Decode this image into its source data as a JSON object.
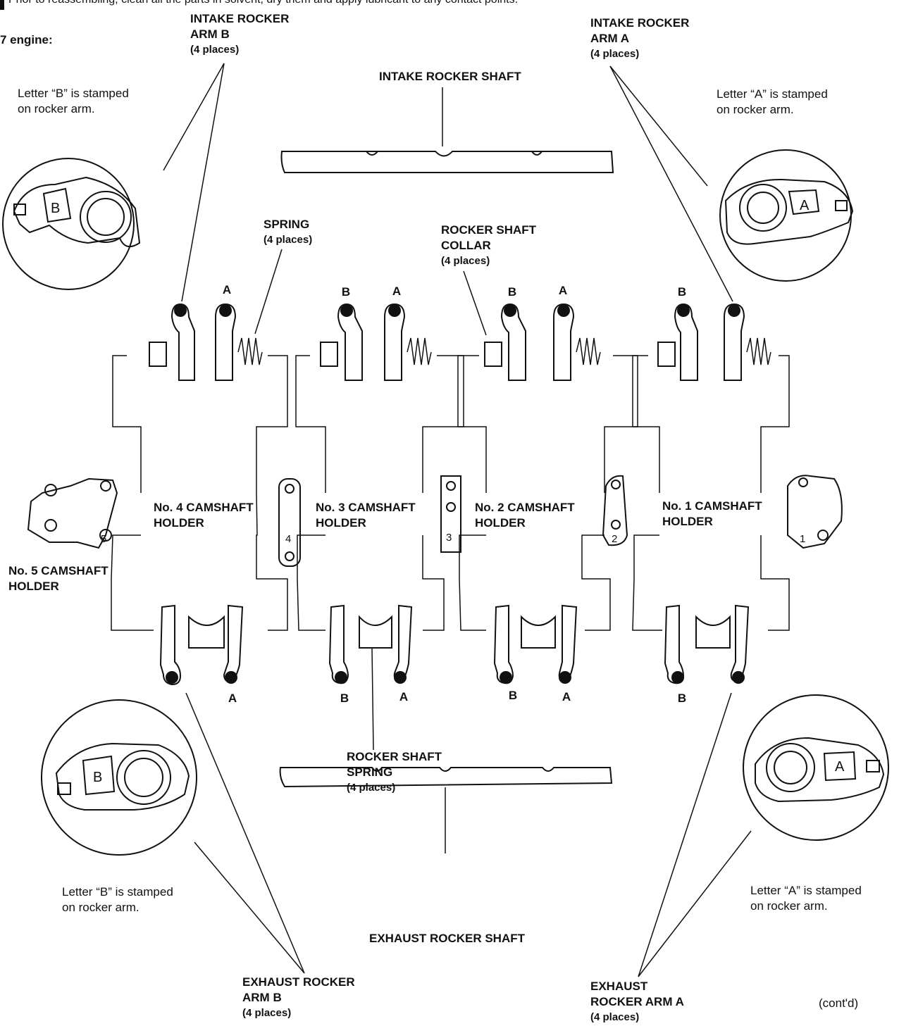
{
  "header": {
    "truncated_instruction": "Prior to reassembling, clean all the parts in solvent, dry them and apply lubricant to any contact points.",
    "engine_label": "7 engine:"
  },
  "labels": {
    "intake_arm_b": "INTAKE ROCKER",
    "intake_arm_b_2": "ARM B",
    "intake_arm_b_places": "(4 places)",
    "intake_arm_a": "INTAKE ROCKER",
    "intake_arm_a_2": "ARM A",
    "intake_arm_a_places": "(4 places)",
    "intake_shaft": "INTAKE ROCKER SHAFT",
    "spring": "SPRING",
    "spring_places": "(4 places)",
    "collar": "ROCKER SHAFT",
    "collar_2": "COLLAR",
    "collar_places": "(4 places)",
    "holder1": "No. 1 CAMSHAFT",
    "holder1_2": "HOLDER",
    "holder2": "No. 2 CAMSHAFT",
    "holder2_2": "HOLDER",
    "holder3": "No. 3 CAMSHAFT",
    "holder3_2": "HOLDER",
    "holder4": "No. 4 CAMSHAFT",
    "holder4_2": "HOLDER",
    "holder5": "No. 5 CAMSHAFT",
    "holder5_2": "HOLDER",
    "shaft_spring": "ROCKER SHAFT",
    "shaft_spring_2": "SPRING",
    "shaft_spring_places": "(4 places)",
    "exhaust_shaft": "EXHAUST ROCKER SHAFT",
    "exhaust_arm_b": "EXHAUST ROCKER",
    "exhaust_arm_b_2": "ARM B",
    "exhaust_arm_b_places": "(4 places)",
    "exhaust_arm_a": "EXHAUST",
    "exhaust_arm_a_2": "ROCKER ARM A",
    "exhaust_arm_a_places": "(4 places)",
    "contd": "(cont'd)"
  },
  "notes": {
    "stamp_b": "Letter “B” is stamped",
    "stamp_a": "Letter “A” is stamped",
    "stamp_tail": "on rocker arm."
  },
  "stamp_letters": {
    "a": "A",
    "b": "B"
  },
  "holder_numbers": [
    "1",
    "2",
    "3",
    "4",
    "5"
  ],
  "arm_letters": {
    "intake": [
      "A",
      "B",
      "A",
      "B",
      "A",
      "B"
    ],
    "exhaust": [
      "A",
      "B",
      "A",
      "B",
      "A",
      "B"
    ]
  }
}
